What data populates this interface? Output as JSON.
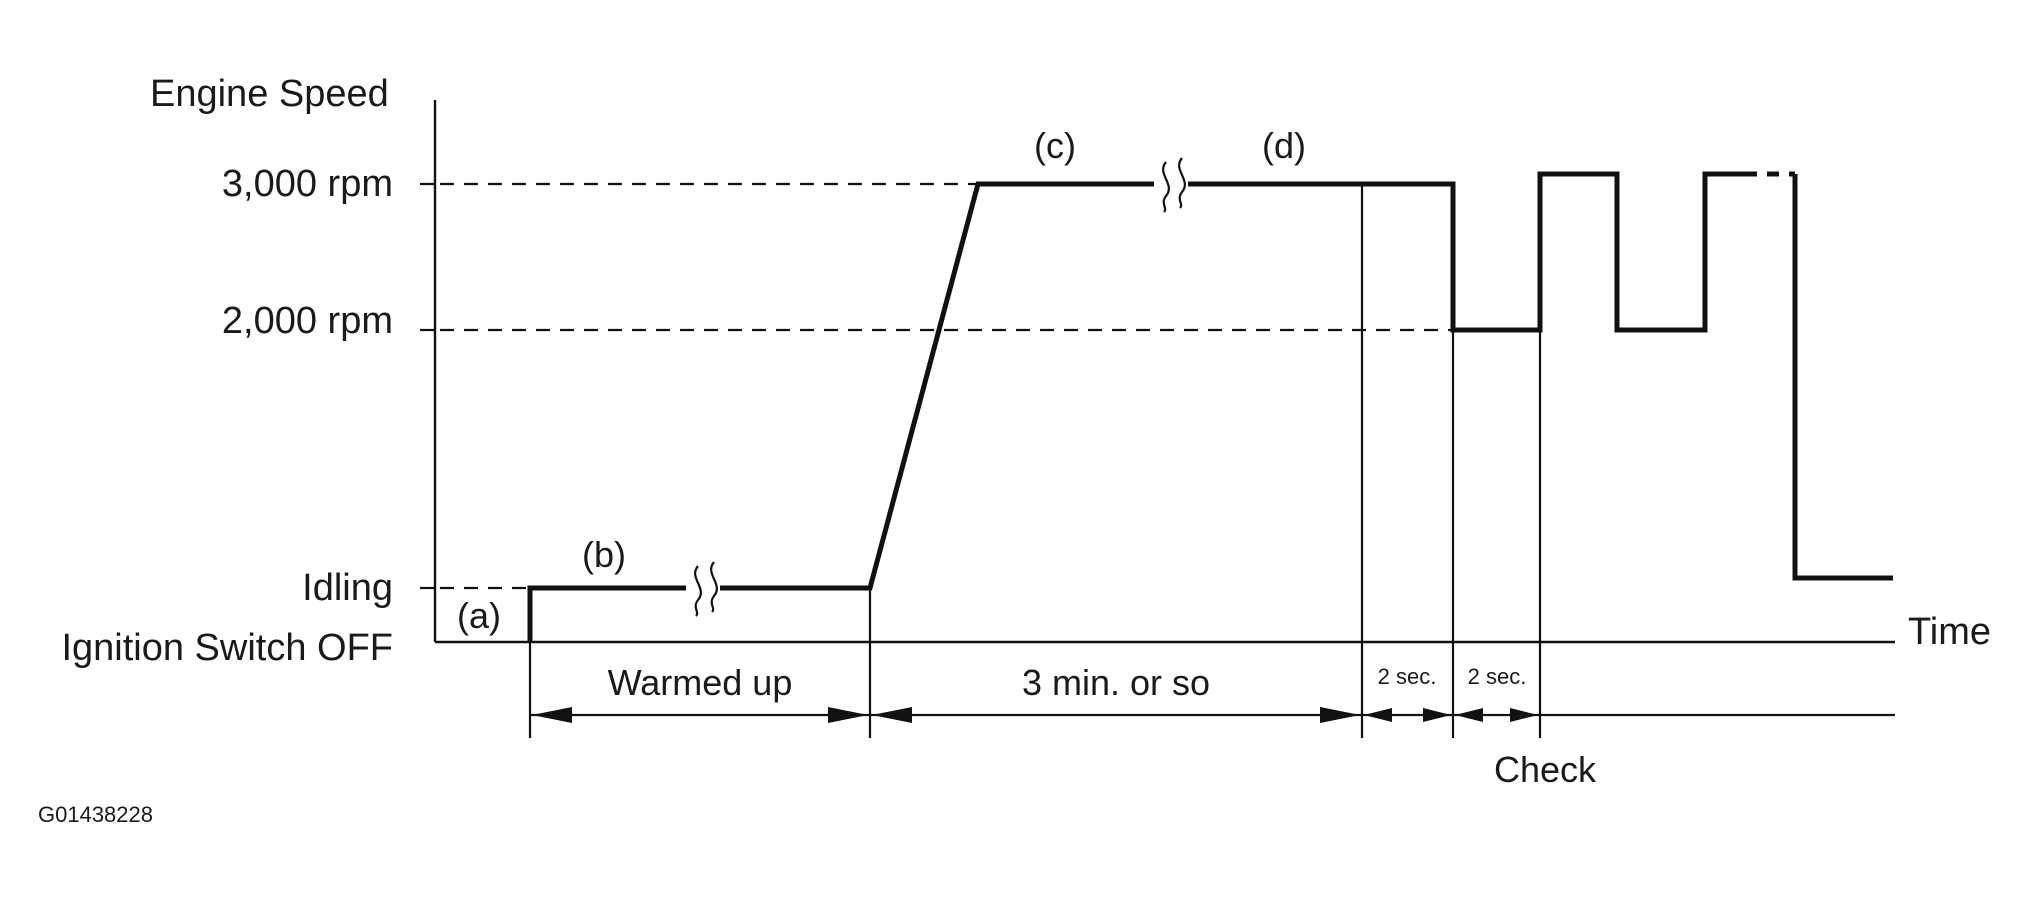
{
  "y_axis": {
    "title": "Engine Speed",
    "levels": [
      "3,000 rpm",
      "2,000 rpm",
      "Idling",
      "Ignition Switch OFF"
    ]
  },
  "x_axis": {
    "title": "Time"
  },
  "markers": [
    "(a)",
    "(b)",
    "(c)",
    "(d)"
  ],
  "phases": {
    "warmup": "Warmed up",
    "hold": "3 min. or so",
    "two_sec_1": "2 sec.",
    "two_sec_2": "2 sec.",
    "check": "Check"
  },
  "figure_code": "G01438228"
}
